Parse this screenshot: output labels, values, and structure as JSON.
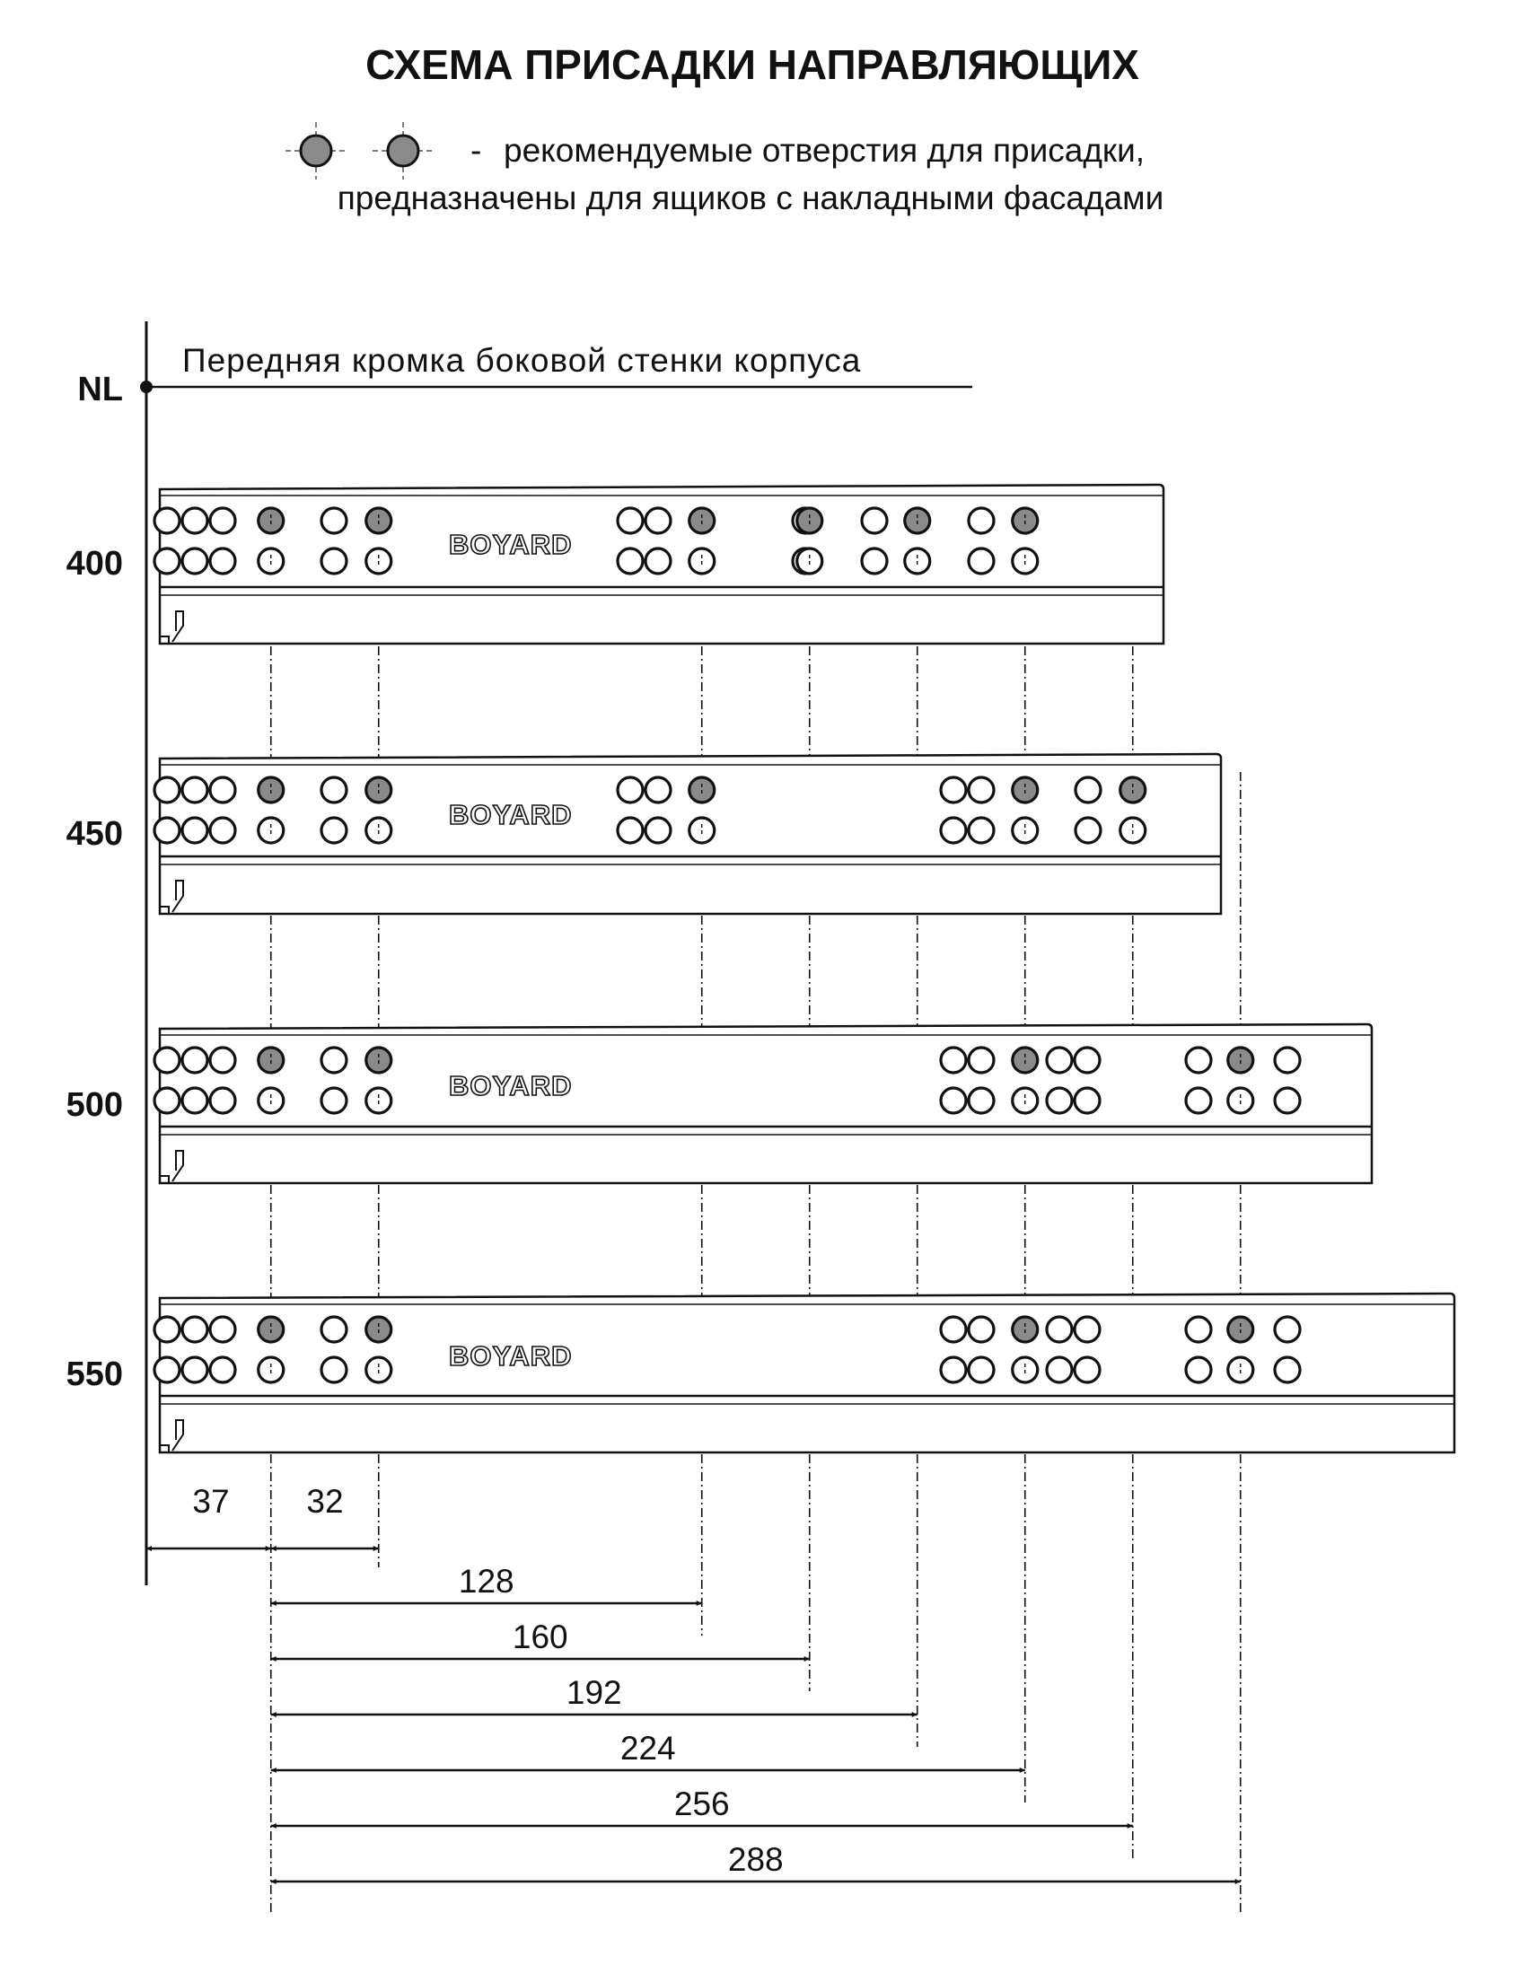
{
  "title": "СХЕМА ПРИСАДКИ НАПРАВЛЯЮЩИХ",
  "legend": {
    "dash": "-",
    "line1": "рекомендуемые отверстия для присадки,",
    "line2": "предназначены для ящиков с накладными фасадами",
    "icon": "grey-filled-hole-icon"
  },
  "reference": {
    "marker": "NL",
    "label": "Передняя кромка боковой стенки корпуса"
  },
  "brand": "BOYARD",
  "colors": {
    "line": "#111111",
    "recommended_hole": "#8a8a8a",
    "plain_hole": "#ffffff"
  },
  "rails": [
    {
      "length": "400",
      "length_value": 400,
      "recommended_offsets": [
        37,
        69,
        165,
        197,
        229,
        261
      ]
    },
    {
      "length": "450",
      "length_value": 450,
      "recommended_offsets": [
        37,
        69,
        165,
        261,
        293
      ]
    },
    {
      "length": "500",
      "length_value": 500,
      "recommended_offsets": [
        37,
        69,
        261,
        325
      ]
    },
    {
      "length": "550",
      "length_value": 550,
      "recommended_offsets": [
        37,
        69,
        261,
        325
      ]
    }
  ],
  "dimensions": {
    "from_edge": {
      "label": "37",
      "value": 37
    },
    "second": {
      "label": "32",
      "value": 32
    },
    "from_first_hole": [
      {
        "label": "128",
        "value": 128
      },
      {
        "label": "160",
        "value": 160
      },
      {
        "label": "192",
        "value": 192
      },
      {
        "label": "224",
        "value": 224
      },
      {
        "label": "256",
        "value": 256
      },
      {
        "label": "288",
        "value": 288
      }
    ]
  }
}
